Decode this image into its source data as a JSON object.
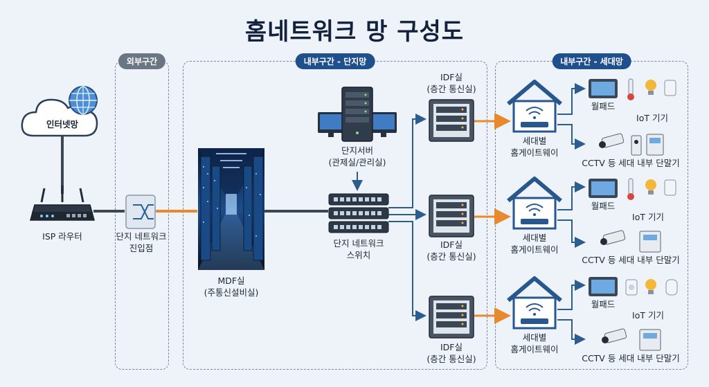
{
  "title": "홈네트워크 망 구성도",
  "zones": {
    "outer": "외부구간",
    "complex": "내부구간 - 단지망",
    "household": "내부구간 - 세대망"
  },
  "nodes": {
    "internet": "인터넷망",
    "isp_router": "ISP 라우터",
    "entry_point": [
      "단지 네트워크",
      "진입점"
    ],
    "mdf": [
      "MDF실",
      "(주통신설비실)"
    ],
    "server": [
      "단지서버",
      "(관제실/관리실)"
    ],
    "switch": [
      "단지 네트워크",
      "스위치"
    ],
    "idf": [
      "IDF실",
      "(층간 통신실)"
    ],
    "gateway": [
      "세대별",
      "홈게이트웨이"
    ],
    "wallpad": "월패드",
    "iot": "IoT 기기",
    "cctv": "CCTV 등 세대 내부 단말기"
  },
  "icons": [
    "cloud-icon",
    "globe-icon",
    "router-icon",
    "entry-switch-icon",
    "datacenter-image",
    "server-icon",
    "network-switch-icon",
    "rack-icon",
    "house-icon",
    "wifi-icon",
    "tablet-icon",
    "thermometer-icon",
    "bulb-icon",
    "sensor-icon",
    "camera-icon",
    "doorphone-icon",
    "phone-icon"
  ],
  "colors": {
    "title": "#14213d",
    "link": "#2c5d8f",
    "orange_link": "#e8892e",
    "zone_tag": "#1f4f8c",
    "house": "#27578d"
  }
}
